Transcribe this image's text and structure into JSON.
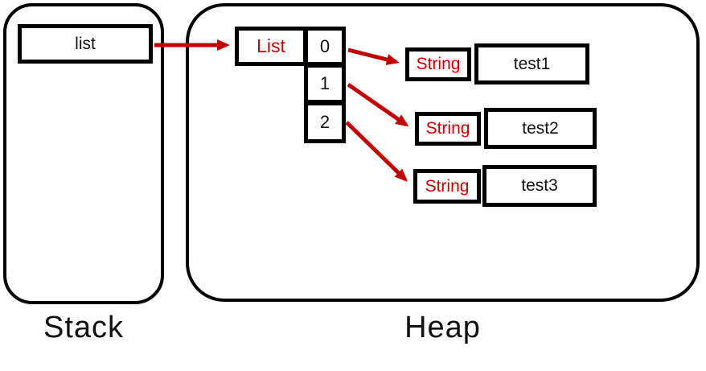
{
  "colors": {
    "accent": "#c00000",
    "line": "#000000"
  },
  "stack": {
    "label": "Stack",
    "variable_name": "list"
  },
  "heap": {
    "label": "Heap"
  },
  "list_object": {
    "type_label": "List",
    "indices": [
      "0",
      "1",
      "2"
    ]
  },
  "strings": [
    {
      "type_label": "String",
      "value": "test1"
    },
    {
      "type_label": "String",
      "value": "test2"
    },
    {
      "type_label": "String",
      "value": "test3"
    }
  ]
}
